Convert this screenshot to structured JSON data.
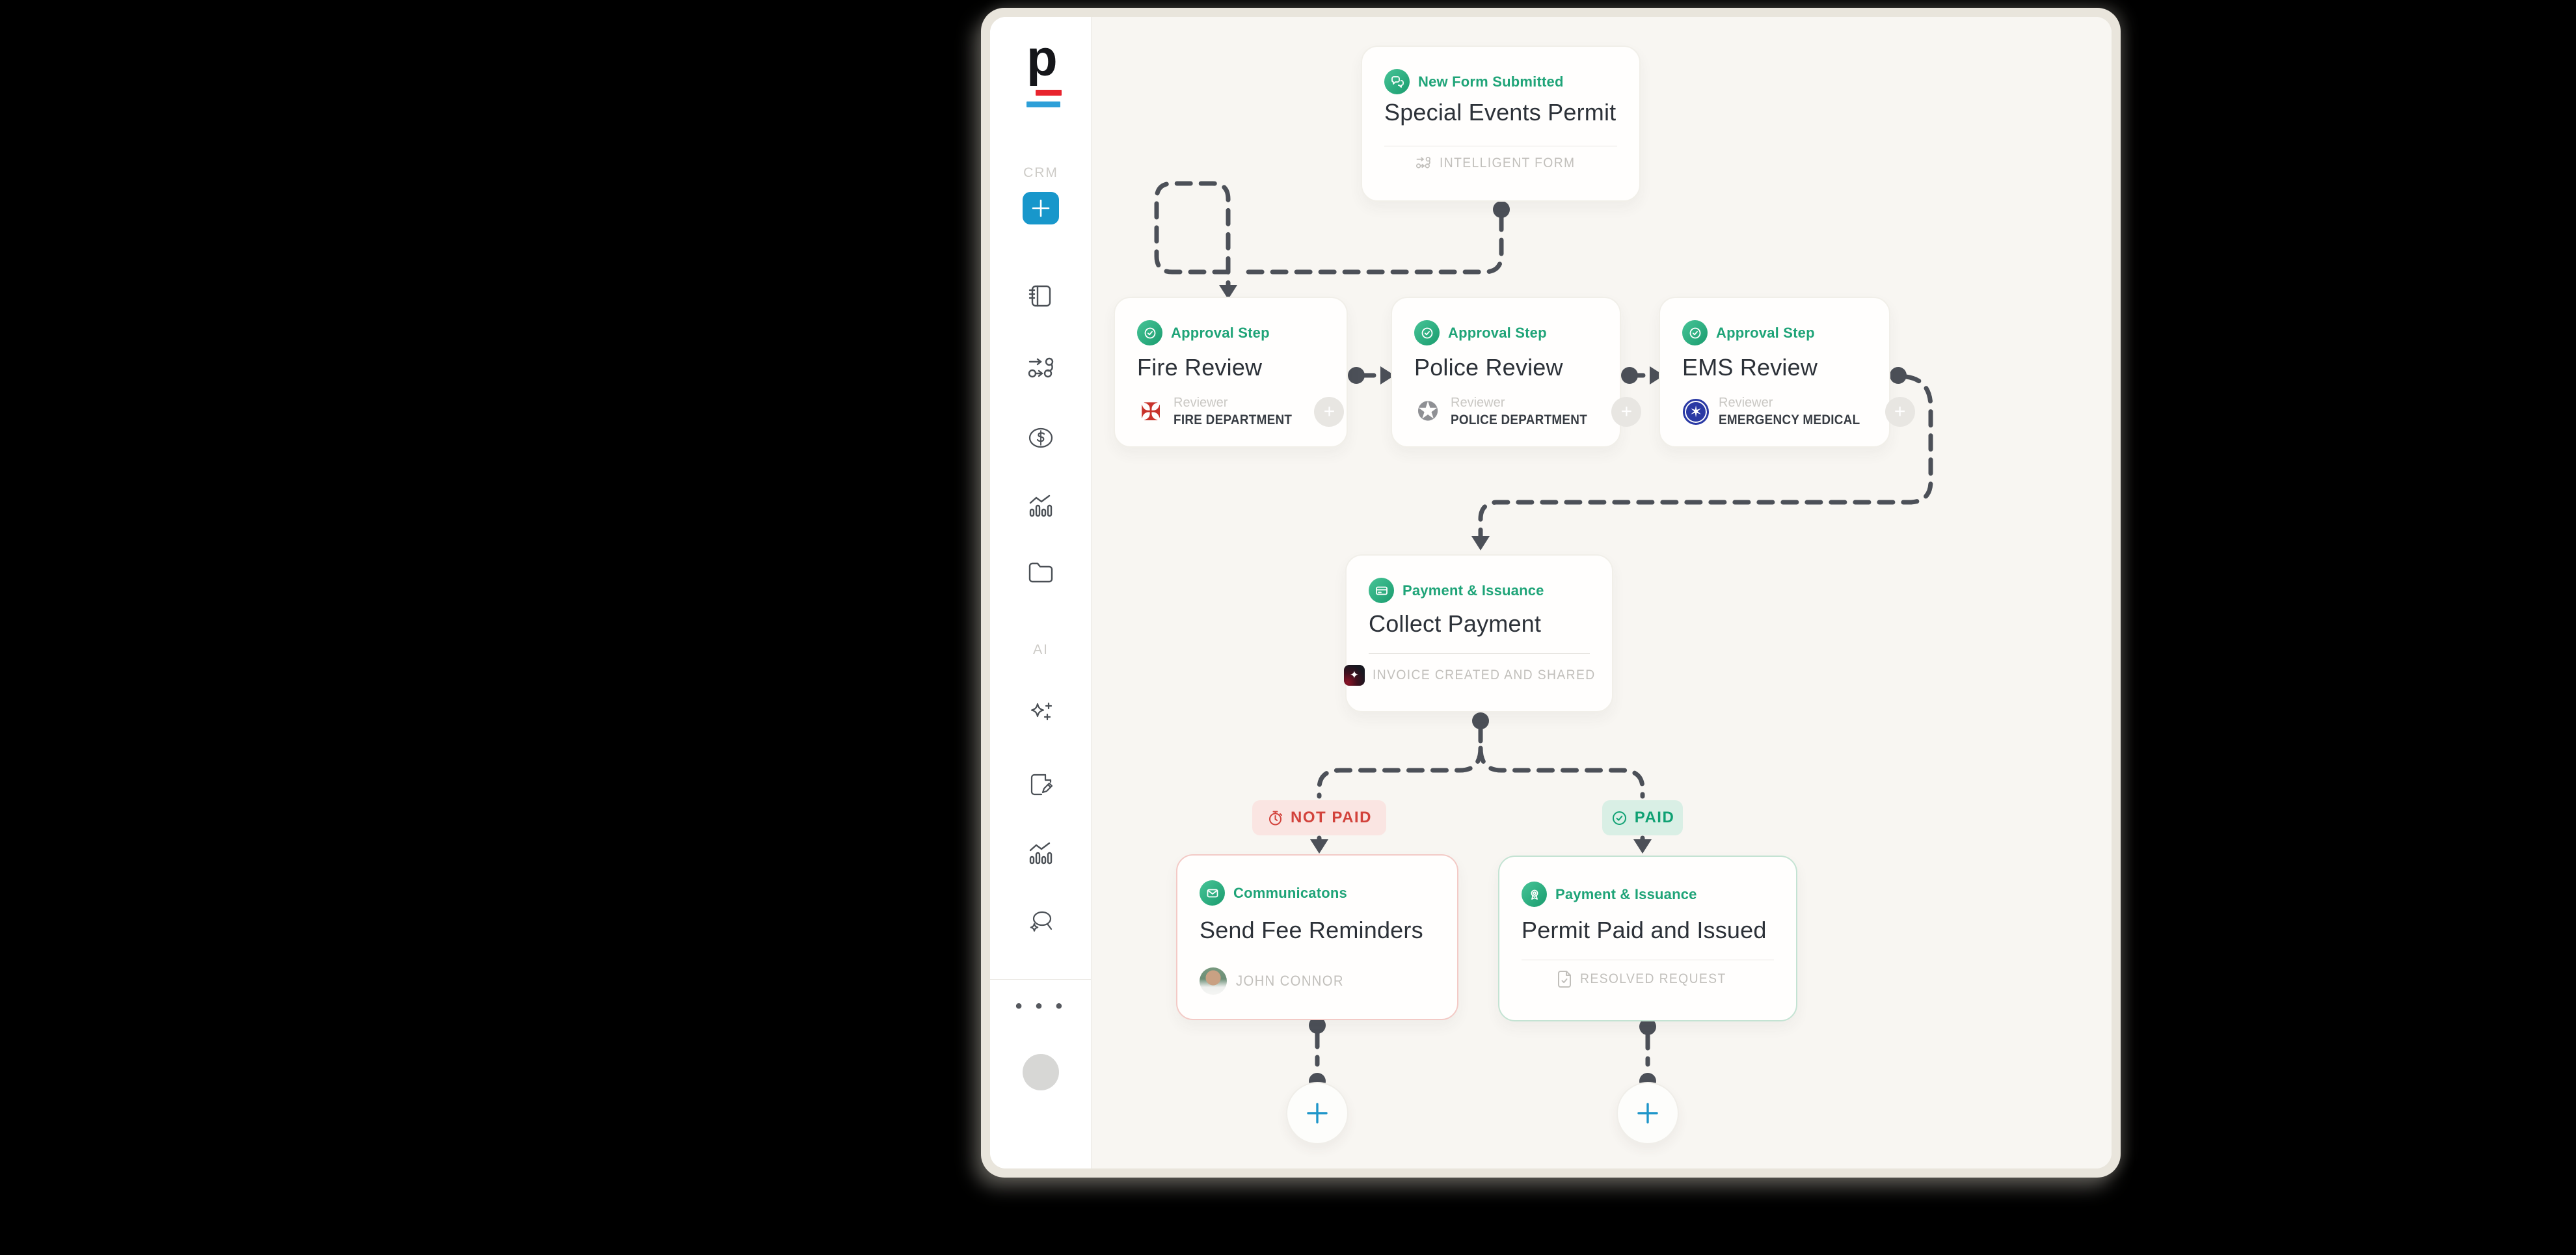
{
  "app": {
    "logo_letter": "p",
    "window_bg": "#e9e5dc",
    "canvas_bg": "#f8f6f2"
  },
  "sidebar": {
    "crm_label": "CRM",
    "ai_label": "AI",
    "crm_items": [
      {
        "icon": "plus-icon",
        "active": true
      },
      {
        "icon": "notebook-icon",
        "active": false
      },
      {
        "icon": "workflow-icon",
        "active": false
      },
      {
        "icon": "dollar-icon",
        "active": false
      },
      {
        "icon": "bar-chart-icon",
        "active": false
      },
      {
        "icon": "folder-icon",
        "active": false
      }
    ],
    "ai_items": [
      {
        "icon": "sparkle-plus-icon"
      },
      {
        "icon": "document-edit-icon"
      },
      {
        "icon": "bar-chart-icon"
      },
      {
        "icon": "chat-sparkle-icon"
      }
    ],
    "overflow_item": "ellipsis-icon"
  },
  "nodes": {
    "start": {
      "category": "New Form Submitted",
      "title": "Special Events Permit",
      "footer": "INTELLIGENT FORM",
      "category_icon": "chat-bubbles-icon",
      "footer_icon": "workflow-icon"
    },
    "fire": {
      "category": "Approval Step",
      "title": "Fire Review",
      "role_label": "Reviewer",
      "assignee": "FIRE DEPARTMENT",
      "category_icon": "check-circle-icon",
      "assignee_icon": "fire-department-badge"
    },
    "police": {
      "category": "Approval Step",
      "title": "Police Review",
      "role_label": "Reviewer",
      "assignee": "POLICE DEPARTMENT",
      "category_icon": "check-circle-icon",
      "assignee_icon": "police-badge"
    },
    "ems": {
      "category": "Approval Step",
      "title": "EMS Review",
      "role_label": "Reviewer",
      "assignee": "EMERGENCY MEDICAL",
      "category_icon": "check-circle-icon",
      "assignee_icon": "ems-star-of-life-badge"
    },
    "collect": {
      "category": "Payment & Issuance",
      "title": "Collect Payment",
      "footer": "INVOICE CREATED AND SHARED",
      "category_icon": "credit-card-icon",
      "footer_icon": "invoice-app-icon"
    },
    "reminders": {
      "category": "Communicatons",
      "title": "Send Fee Reminders",
      "assignee": "JOHN CONNOR",
      "category_icon": "envelope-icon",
      "assignee_icon": "john-connor-avatar"
    },
    "issued": {
      "category": "Payment & Issuance",
      "title": "Permit Paid and Issued",
      "footer": "RESOLVED REQUEST",
      "category_icon": "award-icon",
      "footer_icon": "document-check-icon"
    }
  },
  "badges": {
    "not_paid": {
      "label": "NOT PAID",
      "icon": "stopwatch-icon",
      "color": "#d2423b",
      "bg": "#fae5e2"
    },
    "paid": {
      "label": "PAID",
      "icon": "check-circle-icon",
      "color": "#0fa173",
      "bg": "#d9efe5"
    }
  },
  "colors": {
    "accent_green": "#1fa478",
    "accent_blue": "#1897cb",
    "connector": "#4c5058",
    "logo_red": "#e8242e",
    "logo_blue": "#2d9fd8",
    "title_text": "#2c3138",
    "muted_text": "#c1bfbb"
  }
}
